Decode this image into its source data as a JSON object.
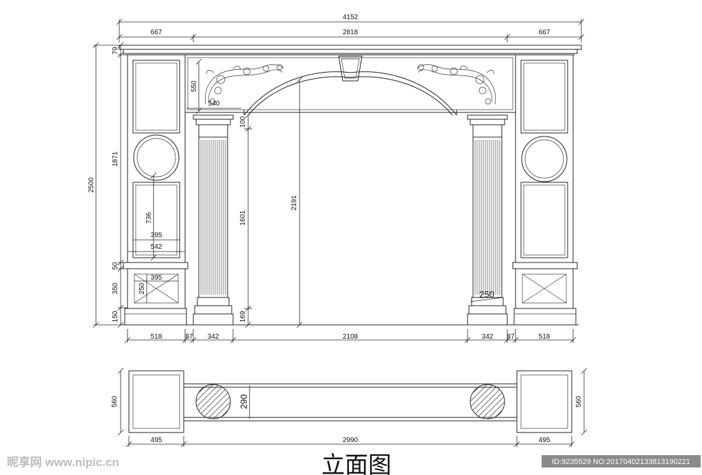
{
  "title": "立面图",
  "watermark": {
    "site": "昵享网 www.nipic.cn",
    "id_text": "ID:9235529 NO:20170402133813190221"
  },
  "elevation_dims": {
    "overall_width": "4152",
    "left_pier": "667",
    "center_span": "2818",
    "right_pier": "667",
    "total_height": "2500",
    "cornice": "79",
    "upper_height": "1871",
    "plinth_cap": "50",
    "plinth": "350",
    "base": "150",
    "frieze_height": "550",
    "ornament_width": "540",
    "column_capital": "100",
    "column_shaft": "1601",
    "column_base": "169",
    "opening_height": "2191",
    "panel_height": "736",
    "panel_width": "395",
    "pier_width": "542",
    "plinth_panel_width": "395",
    "plinth_panel_height": "250",
    "column_diameter": "250",
    "bottom_dims": [
      "518",
      "87",
      "342",
      "2108",
      "342",
      "87",
      "518"
    ]
  },
  "plan_dims": {
    "depth_left": "560",
    "depth_right": "560",
    "column_depth": "290",
    "left_block": "495",
    "middle": "2990",
    "right_block": "495"
  }
}
